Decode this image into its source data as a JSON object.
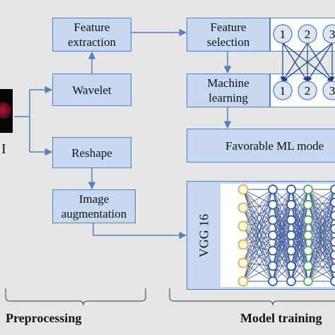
{
  "input": {
    "label": "I"
  },
  "boxes": {
    "feature_extraction": "Feature\nextraction",
    "wavelet": "Wavelet",
    "reshape": "Reshape",
    "image_augmentation": "Image\naugmentation",
    "feature_selection": "Feature\nselection",
    "machine_learning": "Machine\nlearning",
    "favorable_ml_model": "Favorable ML mode",
    "vgg16": "VGG 16"
  },
  "feature_nodes": [
    "1",
    "2",
    "3"
  ],
  "ml_nodes": [
    "1",
    "2",
    "3"
  ],
  "sections": {
    "preprocessing": "Preprocessing",
    "model_training": "Model training"
  },
  "colors": {
    "background": "#e6e6e6",
    "box_fill": "#c6d9f1",
    "box_border": "#4f81bd",
    "arrow": "#4f81bd",
    "node_fill": "#dce6f2",
    "nn_edge": "#1f3f8c",
    "nn_input": "#d9b24a",
    "nn_hidden": "#2e5aa8",
    "nn_hidden2": "#4caf50"
  },
  "network": {
    "layers": [
      6,
      7,
      7,
      7,
      8
    ]
  }
}
